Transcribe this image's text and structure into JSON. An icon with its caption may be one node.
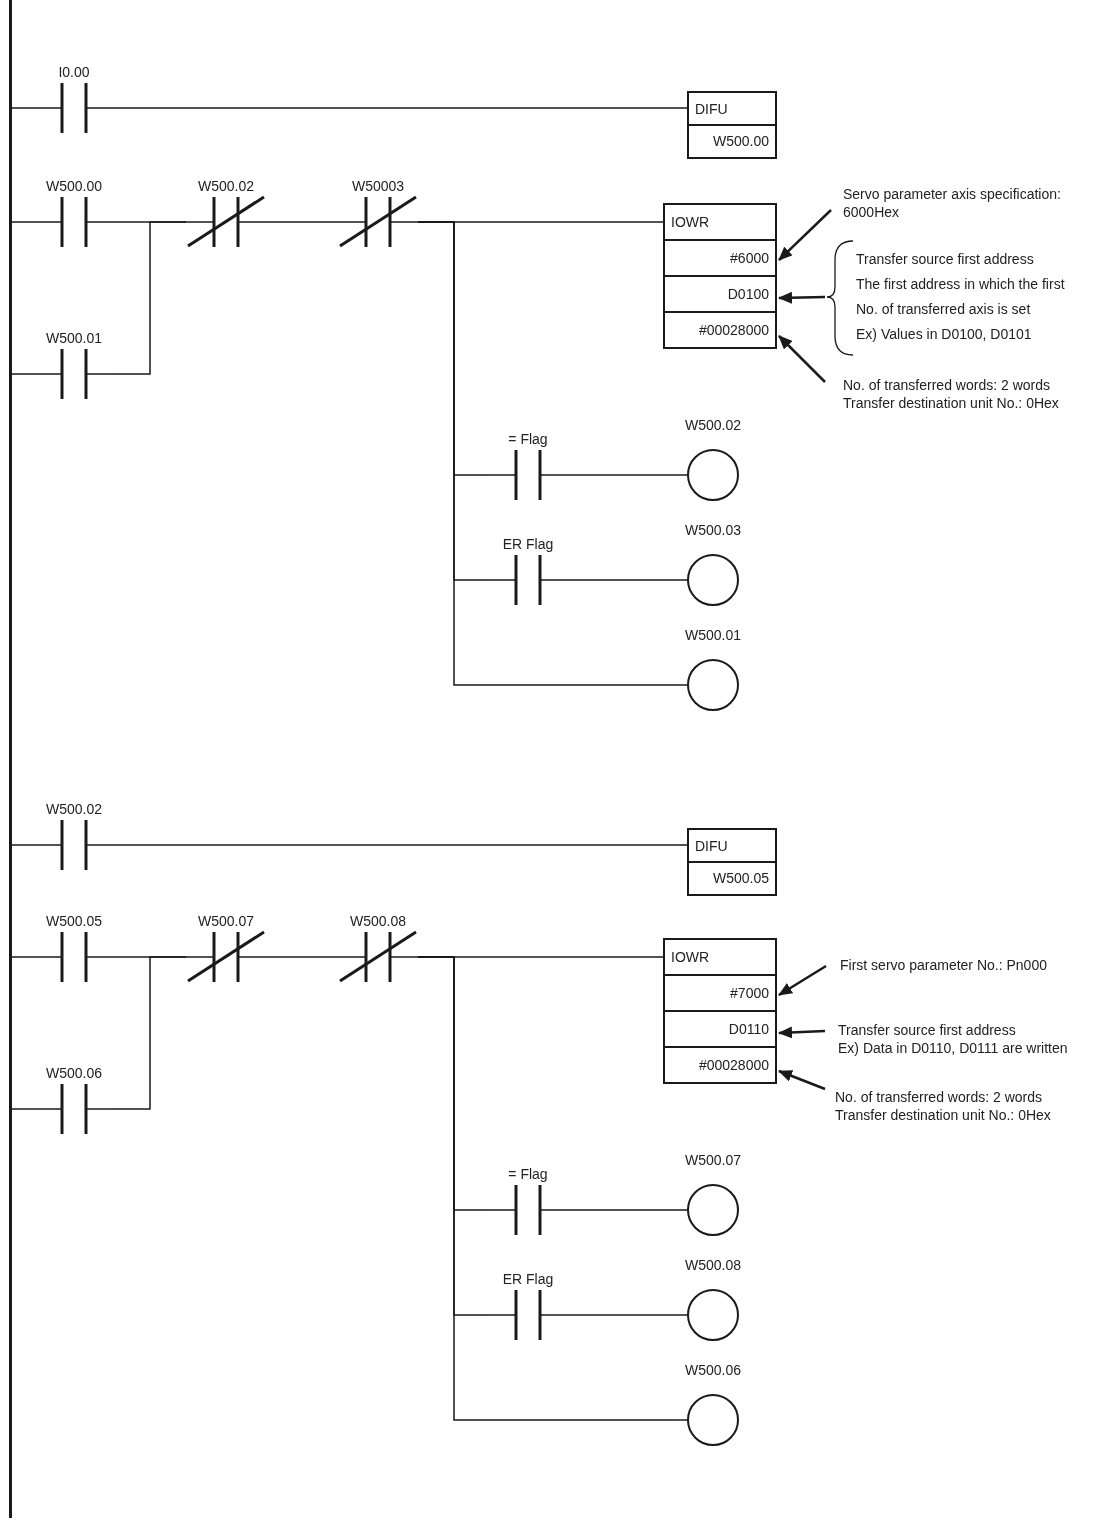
{
  "diagram": {
    "nodes": [
      {
        "text": [],
        "shape": "bar"
      },
      {
        "text": [
          "I0.00"
        ]
      },
      {
        "text": [
          "DIFU"
        ]
      },
      {
        "text": [
          "W500.00"
        ],
        "in": 2
      },
      {
        "text": [
          "W500.00"
        ]
      },
      {
        "text": [
          "W500.01"
        ]
      },
      {
        "text": [
          "W500.02"
        ]
      },
      {
        "text": [
          "W50003"
        ]
      },
      {
        "text": [
          "IOWR"
        ]
      },
      {
        "text": [
          "#6000"
        ],
        "in": 8
      },
      {
        "text": [
          "D0100"
        ],
        "in": 8
      },
      {
        "text": [
          "#00028000"
        ],
        "in": 8
      },
      {
        "text": [
          "Servo parameter axis specification: 6000Hex"
        ]
      },
      {
        "text": [
          "Transfer source first address",
          "The first address in which the first",
          "No. of transferred axis is set",
          "Ex) Values in D0100, D0101"
        ]
      },
      {
        "text": [
          "No. of transferred words: 2 words",
          "Transfer destination unit No.: 0Hex"
        ]
      },
      {
        "text": [
          "= Flag"
        ]
      },
      {
        "text": [
          "W500.02"
        ]
      },
      {
        "text": [
          "ER Flag"
        ]
      },
      {
        "text": [
          "W500.03"
        ]
      },
      {
        "text": [
          "W500.01"
        ]
      },
      {
        "text": [
          "W500.02"
        ]
      },
      {
        "text": [
          "DIFU"
        ]
      },
      {
        "text": [
          "W500.05"
        ],
        "in": 21
      },
      {
        "text": [
          "W500.05"
        ]
      },
      {
        "text": [
          "W500.06"
        ]
      },
      {
        "text": [
          "W500.07"
        ]
      },
      {
        "text": [
          "W500.08"
        ]
      },
      {
        "text": [
          "IOWR"
        ]
      },
      {
        "text": [
          "#7000"
        ],
        "in": 27
      },
      {
        "text": [
          "D0110"
        ],
        "in": 27
      },
      {
        "text": [
          "#00028000"
        ],
        "in": 27
      },
      {
        "text": [
          "First servo parameter No.: Pn000"
        ]
      },
      {
        "text": [
          "Transfer source first address",
          "Ex) Data in D0110, D0111 are written"
        ]
      },
      {
        "text": [
          "No. of transferred words: 2 words",
          "Transfer destination unit No.: 0Hex"
        ]
      },
      {
        "text": [
          "= Flag"
        ]
      },
      {
        "text": [
          "W500.07"
        ]
      },
      {
        "text": [
          "ER Flag"
        ]
      },
      {
        "text": [
          "W500.08"
        ]
      },
      {
        "text": [
          "W500.06"
        ]
      }
    ],
    "edges": [
      {
        "from": 0,
        "to": 1,
        "arrow": "none"
      },
      {
        "from": 1,
        "to": 2,
        "arrow": "none"
      },
      {
        "from": 0,
        "to": 4,
        "arrow": "none"
      },
      {
        "from": 0,
        "to": 5,
        "arrow": "none"
      },
      {
        "from": 4,
        "to": 6,
        "arrow": "none"
      },
      {
        "from": 5,
        "to": 6,
        "arrow": "none"
      },
      {
        "from": 6,
        "to": 7,
        "arrow": "none"
      },
      {
        "from": 7,
        "to": 8,
        "arrow": "none"
      },
      {
        "from": 7,
        "to": 15,
        "arrow": "none"
      },
      {
        "from": 7,
        "to": 17,
        "arrow": "none"
      },
      {
        "from": 7,
        "to": 19,
        "arrow": "none"
      },
      {
        "from": 15,
        "to": 16,
        "arrow": "none"
      },
      {
        "from": 17,
        "to": 18,
        "arrow": "none"
      },
      {
        "from": 12,
        "to": 9,
        "arrow": "to"
      },
      {
        "from": 13,
        "to": 10,
        "arrow": "to"
      },
      {
        "from": 14,
        "to": 11,
        "arrow": "to"
      },
      {
        "from": 0,
        "to": 20,
        "arrow": "none"
      },
      {
        "from": 20,
        "to": 21,
        "arrow": "none"
      },
      {
        "from": 0,
        "to": 23,
        "arrow": "none"
      },
      {
        "from": 0,
        "to": 24,
        "arrow": "none"
      },
      {
        "from": 23,
        "to": 25,
        "arrow": "none"
      },
      {
        "from": 24,
        "to": 25,
        "arrow": "none"
      },
      {
        "from": 25,
        "to": 26,
        "arrow": "none"
      },
      {
        "from": 26,
        "to": 27,
        "arrow": "none"
      },
      {
        "from": 26,
        "to": 34,
        "arrow": "none"
      },
      {
        "from": 26,
        "to": 36,
        "arrow": "none"
      },
      {
        "from": 26,
        "to": 38,
        "arrow": "none"
      },
      {
        "from": 34,
        "to": 35,
        "arrow": "none"
      },
      {
        "from": 36,
        "to": 37,
        "arrow": "none"
      },
      {
        "from": 31,
        "to": 28,
        "arrow": "to"
      },
      {
        "from": 32,
        "to": 29,
        "arrow": "to"
      },
      {
        "from": 33,
        "to": 30,
        "arrow": "to"
      }
    ]
  }
}
